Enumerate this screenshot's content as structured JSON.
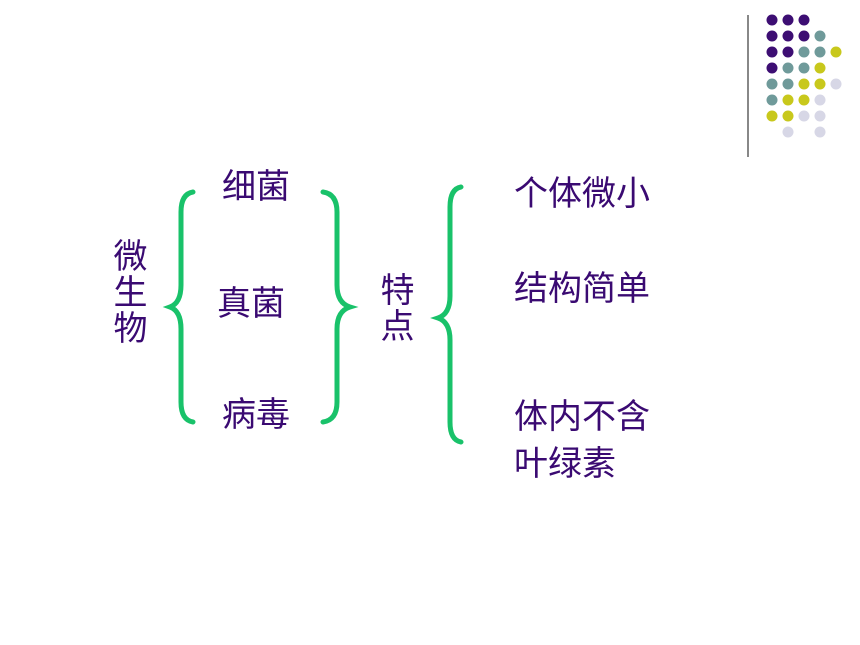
{
  "colors": {
    "text": "#3a0a72",
    "brace": "#19c26a",
    "dot_purple": "#3d0e73",
    "dot_teal": "#6f9a9a",
    "dot_yellow": "#c8c81c",
    "dot_lavender": "#d7d7e6",
    "divider": "#888888"
  },
  "diagram": {
    "root_label": "微生物",
    "organisms": [
      "细菌",
      "真菌",
      "病毒"
    ],
    "feature_label": "特点",
    "features": [
      {
        "text": "个体微小"
      },
      {
        "text": "结构简单"
      },
      {
        "text": "体内不含叶绿素",
        "line1": "体内不含",
        "line2": "叶绿素"
      }
    ]
  }
}
